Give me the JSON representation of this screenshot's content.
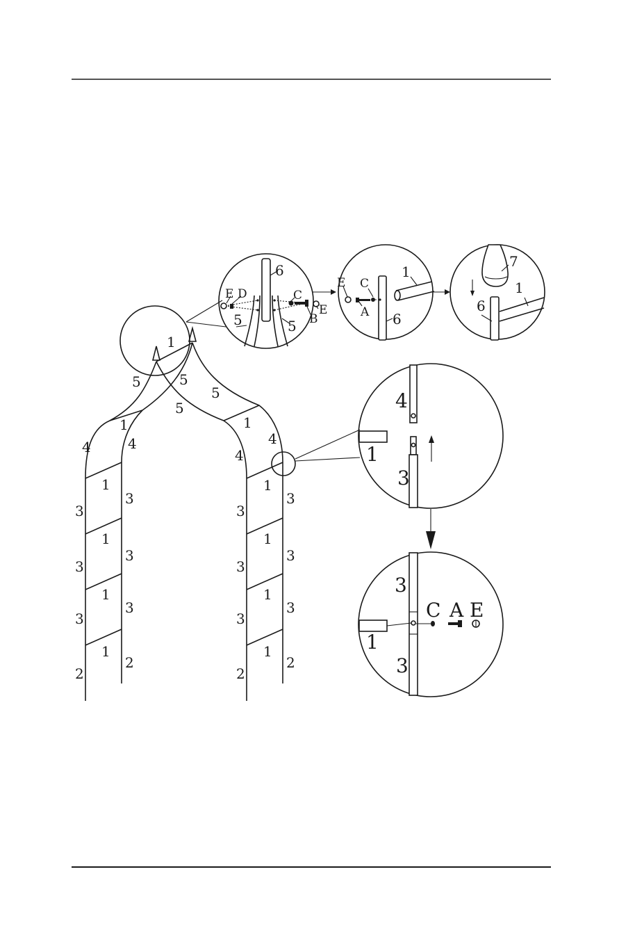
{
  "labels": {
    "part_1": "1",
    "part_2": "2",
    "part_3": "3",
    "part_4": "4",
    "part_5": "5",
    "part_6": "6",
    "part_7": "7",
    "part_A": "A",
    "part_B": "B",
    "part_C": "C",
    "part_D": "D",
    "part_E": "E"
  }
}
